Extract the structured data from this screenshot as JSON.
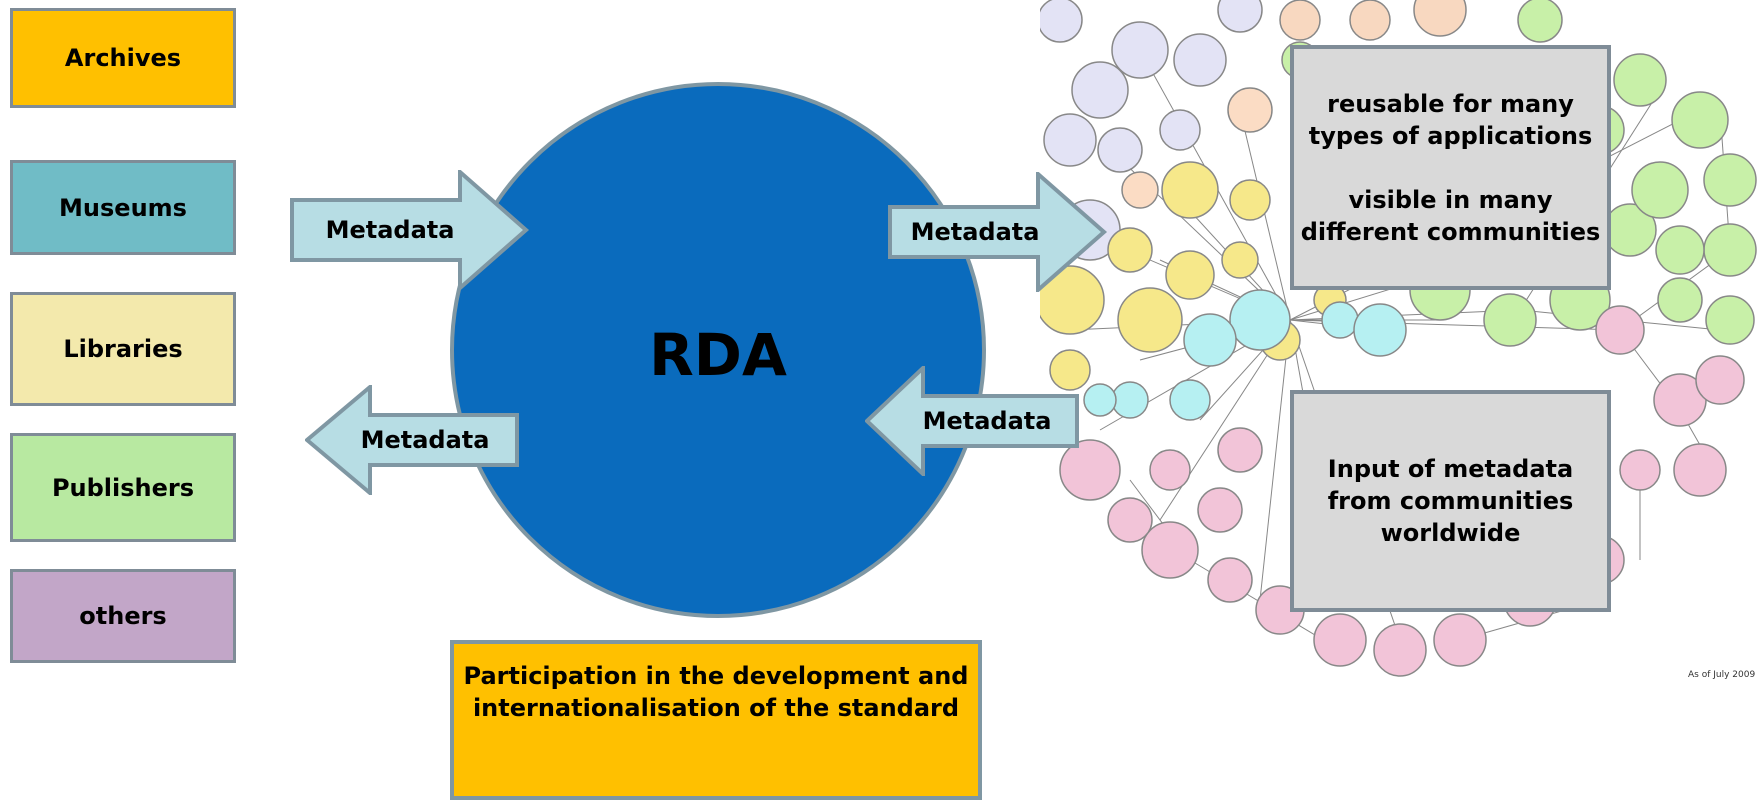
{
  "sources": {
    "archives": "Archives",
    "museums": "Museums",
    "libraries": "Libraries",
    "publishers": "Publishers",
    "others": "others"
  },
  "arrows": {
    "in_left": "Metadata",
    "out_right": "Metadata",
    "in_right": "Metadata",
    "out_left": "Metadata"
  },
  "center_label": "RDA",
  "benefits_box": "reusable for many types of applications\n\nvisible in many different communities",
  "input_box": "Input of metadata from communities worldwide",
  "participation_box": "Participation in the development and internationalisation of the standard",
  "graph_note": "As of July 2009",
  "colors": {
    "archives": "#ffc000",
    "museums": "#70bcc6",
    "libraries": "#f3e9ac",
    "publishers": "#b8e9a1",
    "others": "#c2a6c8",
    "rda_circle": "#0a6bbd",
    "arrow_fill": "#b7dde4",
    "grey_box": "#d9d9d9"
  }
}
